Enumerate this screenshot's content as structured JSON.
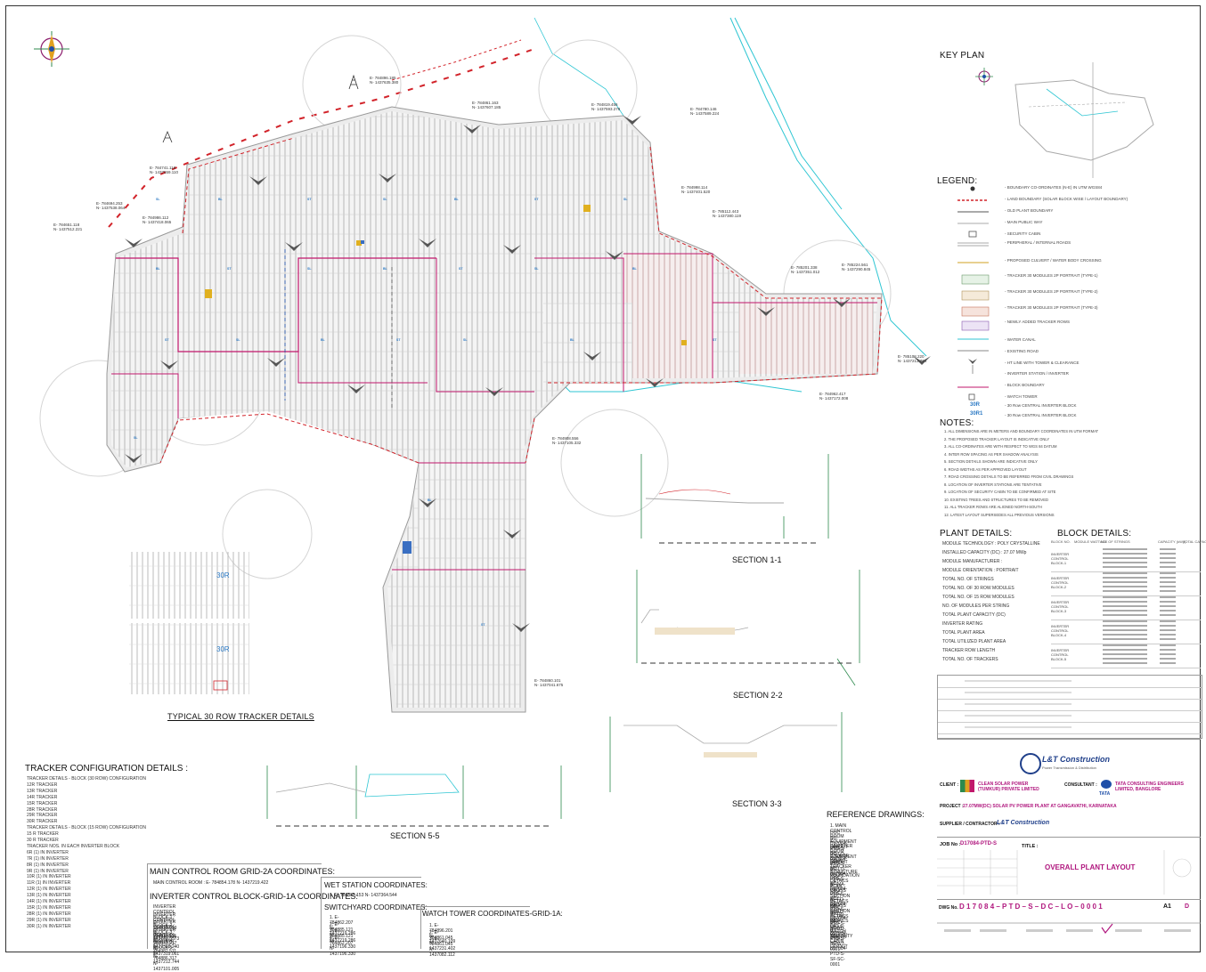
{
  "drawing": {
    "coord_labels": [
      "E- 784896.185\nN- 1437635.380",
      "E- 784861.163\nN- 1437607.185",
      "E- 784819.456\nN- 1437593.278",
      "E- 784780.146\nN- 1437589.224",
      "E- 784741.118\nN- 1437559.110",
      "E- 784694.253\nN- 1437538.064",
      "E- 784651.118\nN- 1437512.221",
      "E- 784986.112\nN- 1437418.065",
      "E- 784998.114\nN- 1437401.520",
      "E- 785112.443\nN- 1437380.119",
      "E- 785201.338\nN- 1437351.012",
      "E- 785224.561\nN- 1437290.845",
      "E- 785108.220\nN- 1437213.764",
      "E- 784962.417\nN- 1437172.008",
      "E- 784908.556\nN- 1437105.332",
      "E- 784860.101\nN- 1437041.675"
    ],
    "block_tags": [
      "SL",
      "BL",
      "ST",
      "SL",
      "BL",
      "ST",
      "SL",
      "BL",
      "ST",
      "SL",
      "BL",
      "ST",
      "SL",
      "BL",
      "ST",
      "SL",
      "BL",
      "ST",
      "SL",
      "BL",
      "ST",
      "SL",
      "BL",
      "ST"
    ]
  },
  "key_plan": {
    "title": "KEY PLAN"
  },
  "top_note": "",
  "legend": {
    "title": "LEGEND:",
    "items": [
      "BOUNDARY CO-ORDINATES (N-E) IN UTM WGS84",
      "LAND BOUNDARY (SOLAR BLOCK WISE / LAYOUT BOUNDARY)",
      "OLD PLANT BOUNDARY",
      "MAIN PUBLIC WAY",
      "SECURITY CABIN",
      "PERIPHERAL / INTERNAL ROADS",
      "PROPOSED CULVERT / WATER BODY CROSSING",
      "TRACKER 30 MODULES 2P PORTRAIT (TYPE-1)",
      "TRACKER 30 MODULES 2P PORTRAIT (TYPE-2)",
      "TRACKER 30 MODULES 2P PORTRAIT (TYPE-3)",
      "NEWLY ADDED TRACKER ROWS",
      "WATER CANAL",
      "EXISTING ROAD",
      "HT LINE WITH TOWER & CLEARANCE",
      "INVERTER STATION / INVERTER",
      "BLOCK BOUNDARY",
      "WATCH TOWER",
      "30 Row CENTRAL INVERTER BLOCK",
      "30 Row CENTRAL INVERTER BLOCK"
    ],
    "row_codes": [
      "30R",
      "30R1"
    ]
  },
  "notes": {
    "title": "NOTES:",
    "lines": [
      "1. ALL DIMENSIONS ARE IN METERS AND BOUNDARY COORDINATES IN UTM FORMAT",
      "2. THE PROPOSED TRACKER LAYOUT IS INDICATIVE ONLY",
      "3. ALL CO-ORDINATES ARE WITH RESPECT TO WGS 84 DATUM",
      "4. INTER ROW SPACING AS PER SHADOW ANALYSIS",
      "5. SECTION DETAILS SHOWN ARE INDICATIVE ONLY",
      "6. ROAD WIDTHS AS PER APPROVED LAYOUT",
      "7. ROAD CROSSING DETAILS TO BE REFERRED FROM CIVIL DRAWINGS",
      "8. LOCATION OF INVERTER STATIONS ARE TENTATIVE",
      "9. LOCATION OF SECURITY CABIN TO BE CONFIRMED AT SITE",
      "10. EXISTING TREES AND STRUCTURES TO BE REMOVED",
      "11. ALL TRACKER ROWS ARE ALIGNED NORTH-SOUTH",
      "12. LATEST LAYOUT SUPERSEDES ALL PREVIOUS VERSIONS"
    ]
  },
  "plant_details": {
    "title": "PLANT DETAILS:",
    "lines": [
      "MODULE TECHNOLOGY : POLY CRYSTALLINE",
      "INSTALLED CAPACITY (DC) : 27.07 MWp",
      "MODULE MANUFACTURER : ",
      "MODULE ORIENTATION : PORTRAIT",
      "TOTAL NO. OF STRINGS",
      "TOTAL NO. OF 30 ROW MODULES",
      "TOTAL NO. OF 15 ROW MODULES",
      "NO. OF MODULES PER STRING",
      "TOTAL PLANT CAPACITY (DC)",
      "INVERTER RATING",
      "TOTAL PLANT AREA",
      "TOTAL UTILIZED PLANT AREA",
      "TRACKER ROW LENGTH",
      "TOTAL NO. OF TRACKERS"
    ]
  },
  "block_details": {
    "title": "BLOCK DETAILS:",
    "headers": [
      "BLOCK NO.",
      "MODULE WATTAGE",
      "NO. OF STRINGS",
      "CAPACITY (kWp)",
      "TOTAL CAPACITY"
    ],
    "blocks": [
      "INVERTER CONTROL BLOCK-1",
      "INVERTER CONTROL BLOCK-2",
      "INVERTER CONTROL BLOCK-3",
      "INVERTER CONTROL BLOCK-4",
      "INVERTER CONTROL BLOCK-5"
    ]
  },
  "revisions": {
    "rows": 5
  },
  "tracker_config": {
    "title": "TRACKER CONFIGURATION DETAILS :",
    "lines": [
      "TRACKER DETAILS - BLOCK (30 ROW) CONFIGURATION",
      "12R TRACKER",
      "13R TRACKER",
      "14R TRACKER",
      "15R TRACKER",
      "28R TRACKER",
      "29R TRACKER",
      "30R TRACKER",
      "TRACKER DETAILS - BLOCK (15 ROW) CONFIGURATION",
      "15 R TRACKER",
      "30 R TRACKER",
      "TRACKER NOS. IN EACH INVERTER BLOCK",
      "6R (1) IN INVERTER",
      "7R (1) IN INVERTER",
      "8R (1) IN INVERTER",
      "9R (1) IN INVERTER",
      "10R (1) IN INVERTER",
      "11R (1) IN INVERTER",
      "12R (1) IN INVERTER",
      "13R (1) IN INVERTER",
      "14R (1) IN INVERTER",
      "15R (1) IN INVERTER",
      "28R (1) IN INVERTER",
      "29R (1) IN INVERTER",
      "30R (1) IN INVERTER"
    ]
  },
  "titles": {
    "typical_tracker": "TYPICAL 30 ROW TRACKER DETAILS",
    "tracker_30r_a": "30R",
    "tracker_30r_b": "30R",
    "section_1": "SECTION 1-1",
    "section_2": "SECTION 2-2",
    "section_3": "SECTION 3-3",
    "section_5": "SECTION 5-5"
  },
  "coordinates": {
    "main_control": "MAIN CONTROL ROOM GRID-2A COORDINATES:",
    "main_control_line": "MAIN CONTROL ROOM : E- 784854.178   N- 1437219.422",
    "inverter_control": "INVERTER CONTROL BLOCK-GRID-1A COORDINATES:",
    "inverter_lines": [
      "INVERTER CONTROL BLOCK-1 : E- 784839.003   N- 1437312.573",
      "INVERTER CONTROL BLOCK-2 : E- 784931.115   N- 1437368.240",
      "INVERTER CONTROL BLOCK-3 : E- 785041.217   N- 1437319.061",
      "INVERTER CONTROL BLOCK-4 : E- 784982.511   N- 1437212.744",
      "INVERTER CONTROL BLOCK-5 : E- 784886.317   N- 1437101.005"
    ],
    "wet_station": "WET STATION COORDINATES:",
    "wet_line": "1. E- 784885.153   N- 1437364.544",
    "switchyard": "SWITCHYARD COORDINATES:",
    "switchyard_lines": [
      "1. E- 784862.207   N- 1437219.286",
      "2. E- 784885.121   N- 1437219.286",
      "3. E- 784885.121   N- 1437196.330",
      "4. E- 784862.207   N- 1437196.330"
    ],
    "watch_tower": "WATCH TOWER COORDINATES-GRID-1A:",
    "watch_lines": [
      "1. E- 784896.201   N- 1437640.109",
      "2. E- 784861.045   N- 1437231.402",
      "3. E- 784861.045   N- 1437082.112"
    ]
  },
  "reference": {
    "title": "REFERENCE DRAWINGS:",
    "lines": [
      "1. MAIN CONTROL ROOM EQUIPMENT LAYOUT",
      "   DOC NO: D17084-PTD-S-DC-LO-0002",
      "2. INVERTER ROOM EQUIPMENT LAYOUT",
      "   DOC NO: D17084-PTD-S-DC-LO-0003",
      "3. GA OF SOLAR TRACKER STRUCTURE",
      "   DOC NO: D17084-PTD-S-SF-MA-0001",
      "4. FOUNDATION DETAILS PLAN",
      "   DOC NO: D17084-PTD-S-SF-FD-0001",
      "5. CROSS SECTION DETAILS OF ROAD",
      "   DOC NO: D17084-PTD-S-SF-RD-0001",
      "6. CROSS SECTION DETAILS OF DRAIN",
      "   DOC NO: D17084-PTD-S-SF-RD-0002",
      "7. DETAILS OF WATCH TOWER",
      "   DOC NO: D17084-PTD-S-SF-WT-0001",
      "8. SECURITY CABIN LAYOUT",
      "   DOC NO: D17084-PTD-S-SF-SC-0001"
    ]
  },
  "title_block": {
    "company": "L&T Construction",
    "company_sub": "Power Transmission & Distribution",
    "client_label": "CLIENT :",
    "client_name": "CLEAN SOLAR POWER (TUMKUR) PRIVATE LIMITED",
    "consultant_label": "CONSULTANT :",
    "consultant_name": "TATA CONSULTING ENGINEERS LIMITED, BANGLORE",
    "tata": "TATA",
    "project_label": "PROJECT :",
    "project_name": "27.07MW(DC) SOLAR PV POWER PLANT AT GANGAVATHI, KARNATAKA",
    "supplier_label": "SUPPLIER / CONTRACTOR :",
    "supplier_name": "L&T Construction",
    "job_label": "JOB No :",
    "job_no": "D17084-PTD-S",
    "title_label": "TITLE :",
    "title_name": "OVERALL PLANT LAYOUT",
    "dwg_label": "DWG No.",
    "dwg_no": "D 1 7 0 8 4 – P T D – S – D C – L O – 0 0 0 1",
    "size": "A1",
    "rev": "D"
  },
  "colors": {
    "cyan": "#2fc6d3",
    "magenta": "#c1166b",
    "red": "#d2232a",
    "blue_tag": "#2d7ac4",
    "grid": "#b9b9b9"
  }
}
